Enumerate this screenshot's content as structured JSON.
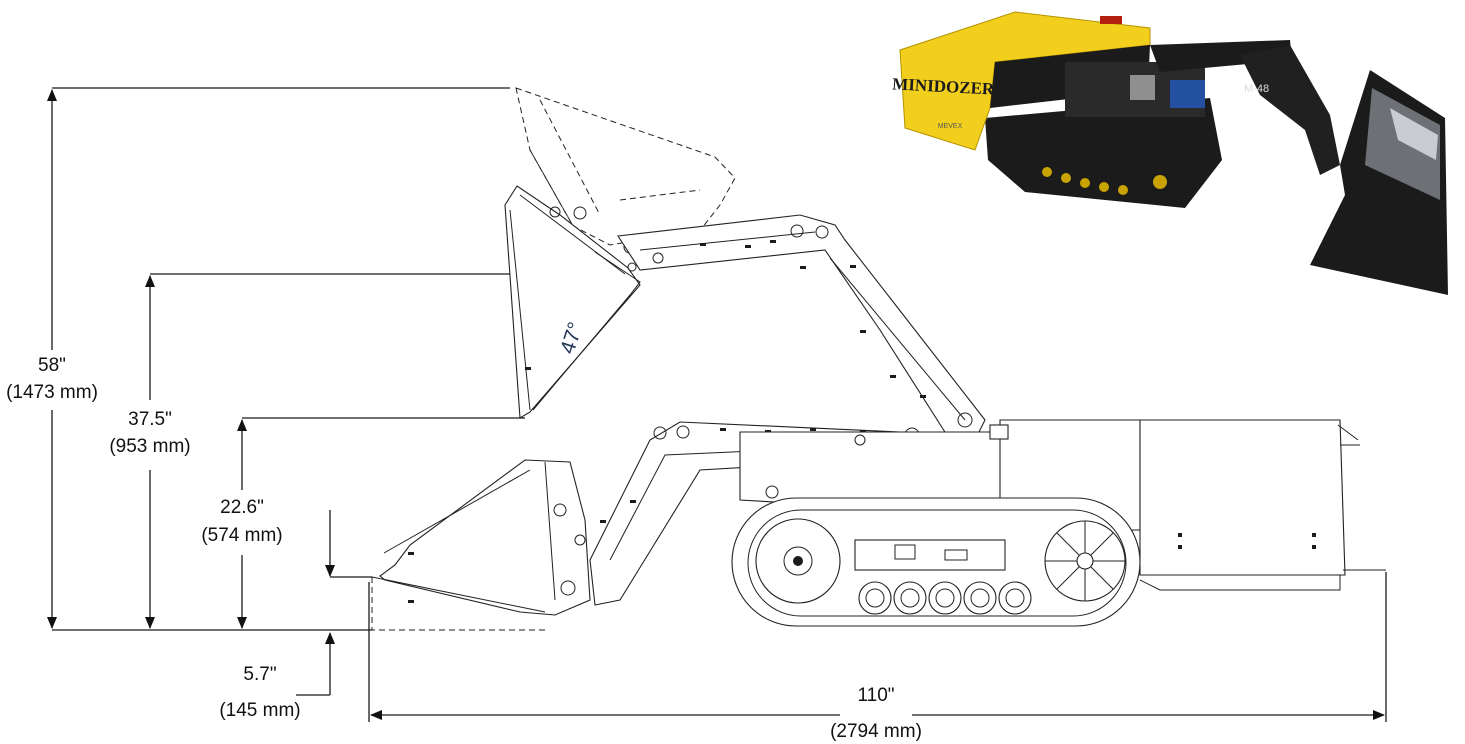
{
  "dimensions": {
    "max_height_in": "58\"",
    "max_height_mm": "(1473 mm)",
    "dump_height_in": "37.5\"",
    "dump_height_mm": "(953 mm)",
    "hinge_height_in": "22.6\"",
    "hinge_height_mm": "(574 mm)",
    "dig_depth_in": "5.7\"",
    "dig_depth_mm": "(145 mm)",
    "overall_length_in": "110\"",
    "overall_length_mm": "(2794 mm)",
    "dump_angle": "47°"
  },
  "photo": {
    "brand_text": "MINIDOZER",
    "model_text": "M-48",
    "maker_text": "MEVEX",
    "body_color": "#f2cf1d",
    "frame_color": "#1b1b1b"
  }
}
